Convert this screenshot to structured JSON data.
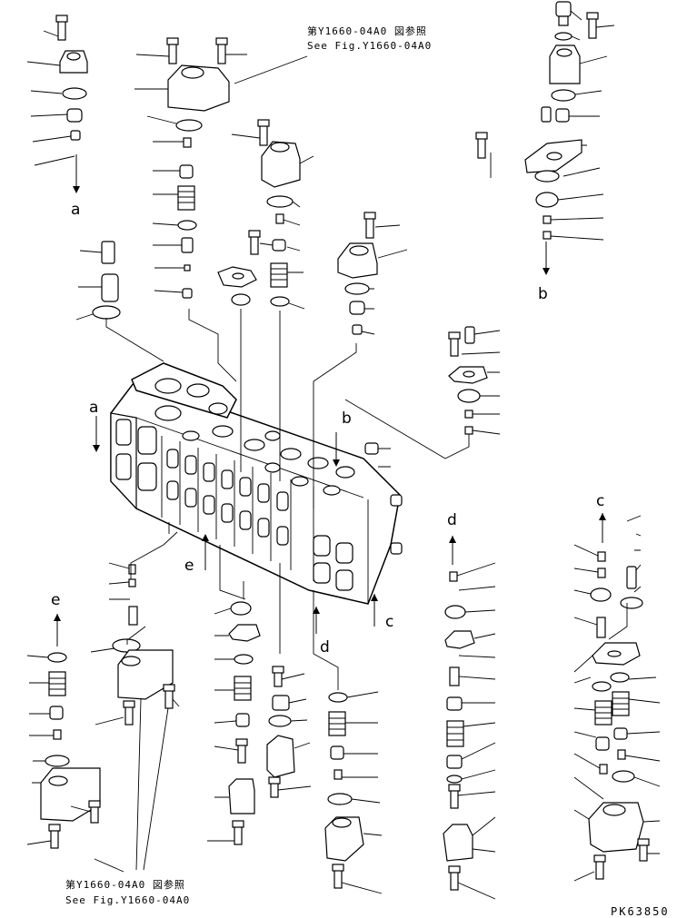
{
  "callouts": {
    "top": {
      "line1": "第Y1660-04A0 図参照",
      "line2": "See Fig.Y1660-04A0"
    },
    "bottom": {
      "line1": "第Y1660-04A0 図参照",
      "line2": "See Fig.Y1660-04A0"
    }
  },
  "letters": {
    "a_top": "a",
    "a_body": "a",
    "b_right": "b",
    "b_body": "b",
    "c_right": "c",
    "c_body": "c",
    "d_mid": "d",
    "d_body": "d",
    "e_left": "e",
    "e_body": "e"
  },
  "drawing_code": "PK63850"
}
